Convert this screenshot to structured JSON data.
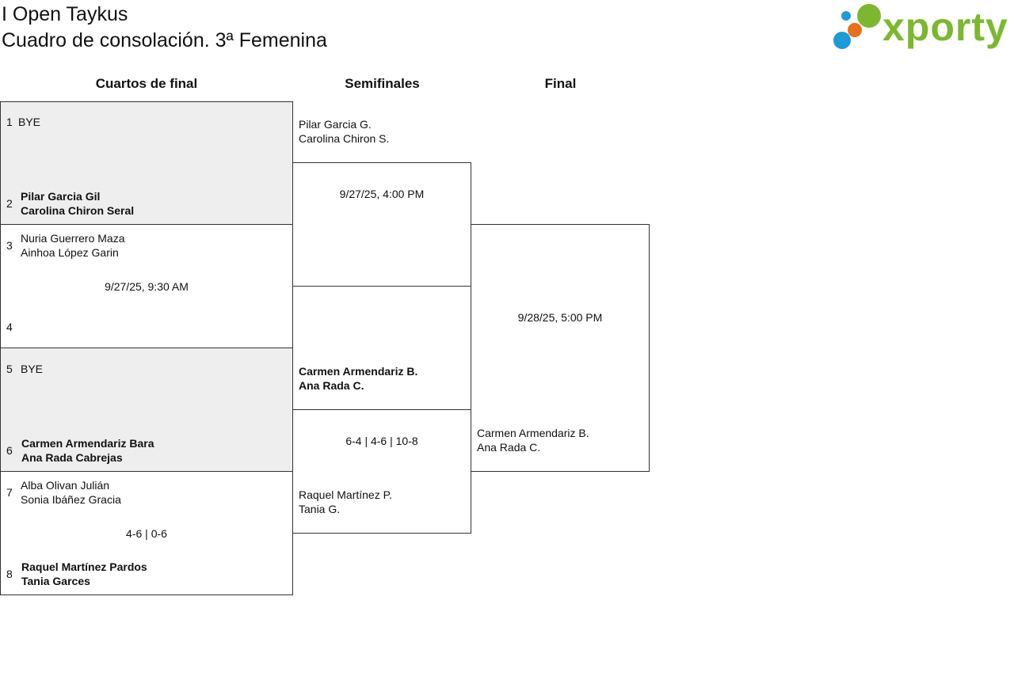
{
  "header": {
    "title": "I Open Taykus",
    "subtitle": "Cuadro de consolación. 3ª Femenina",
    "logo_text": "xporty",
    "logo_colors": [
      "#1e9ad6",
      "#7cb82f",
      "#e8701a"
    ]
  },
  "rounds": [
    "Cuartos de final",
    "Semifinales",
    "Final"
  ],
  "quarterfinals": [
    {
      "seed1": "1",
      "team1": [
        "BYE"
      ],
      "seed2": "2",
      "team2": [
        "Pilar Garcia Gil",
        "Carolina Chiron Seral"
      ],
      "winner": 2,
      "info": ""
    },
    {
      "seed1": "3",
      "team1": [
        "Nuria Guerrero Maza",
        "Ainhoa López Garin"
      ],
      "seed2": "4",
      "team2": [],
      "winner": 0,
      "info": "9/27/25, 9:30 AM"
    },
    {
      "seed1": "5",
      "team1": [
        "BYE"
      ],
      "seed2": "6",
      "team2": [
        "Carmen Armendariz Bara",
        "Ana Rada Cabrejas"
      ],
      "winner": 2,
      "info": ""
    },
    {
      "seed1": "7",
      "team1": [
        "Alba Olivan Julián",
        "Sonia Ibáñez Gracia"
      ],
      "seed2": "8",
      "team2": [
        "Raquel Martínez Pardos",
        "Tania Garces"
      ],
      "winner": 2,
      "info": "4-6 | 0-6"
    }
  ],
  "semifinals": [
    {
      "team1": [
        "Pilar Garcia G.",
        "Carolina Chiron S."
      ],
      "team2": [],
      "winner": 0,
      "info": "9/27/25, 4:00 PM"
    },
    {
      "team1": [
        "Carmen Armendariz B.",
        "Ana Rada C."
      ],
      "team2": [
        "Raquel Martínez P.",
        "Tania G."
      ],
      "winner": 1,
      "info": "6-4 | 4-6 | 10-8"
    }
  ],
  "final": {
    "team1": [],
    "team2": [
      "Carmen Armendariz B.",
      "Ana Rada C."
    ],
    "info": "9/28/25, 5:00 PM"
  }
}
